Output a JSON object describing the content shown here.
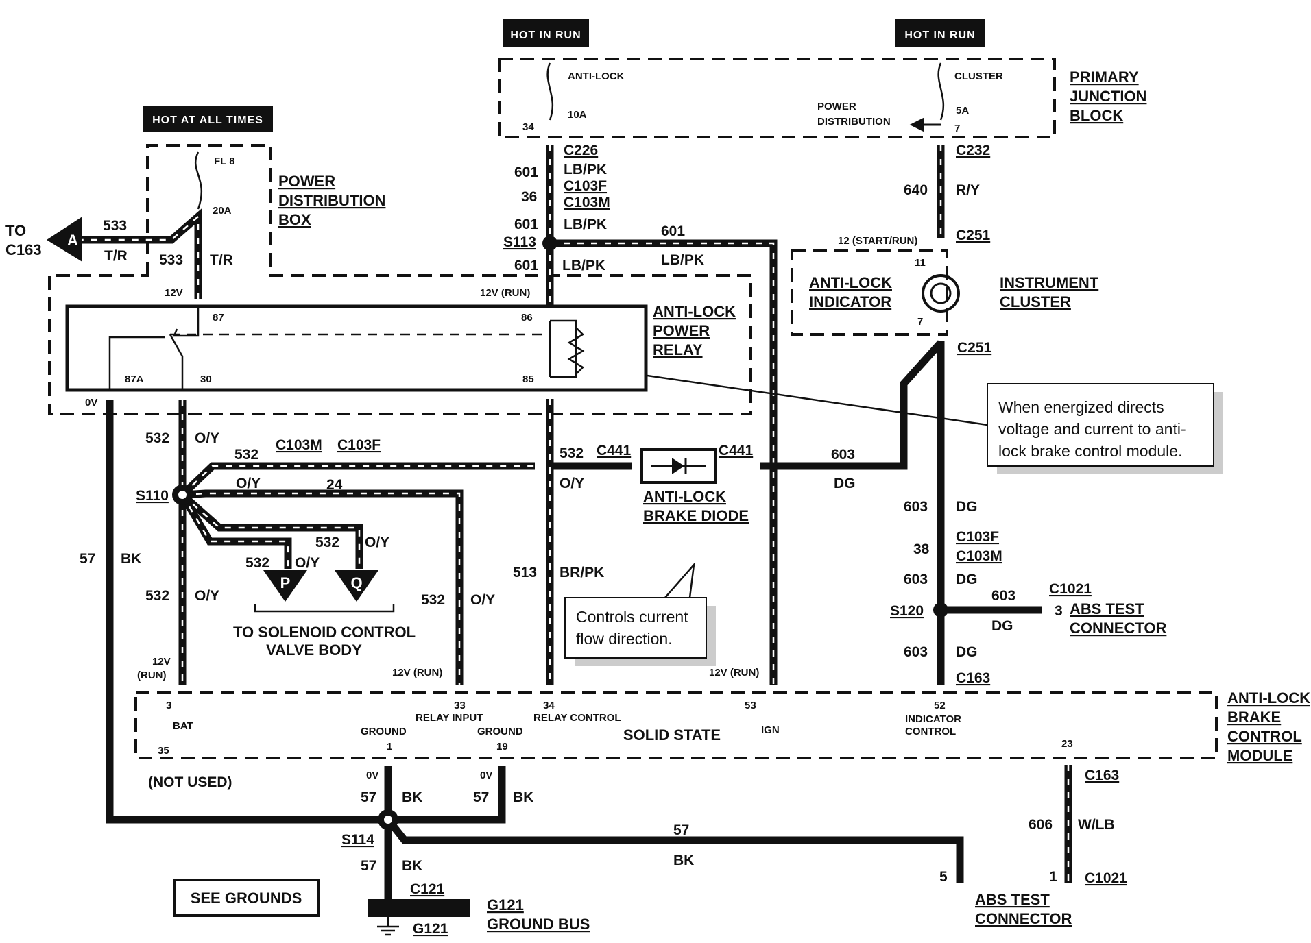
{
  "headers": {
    "hot_at_all_times": "HOT AT ALL TIMES",
    "hot_in_run_left": "HOT IN RUN",
    "hot_in_run_right": "HOT IN RUN"
  },
  "components": {
    "power_distribution_box": [
      "POWER",
      "DISTRIBUTION",
      "BOX"
    ],
    "primary_junction_block": [
      "PRIMARY",
      "JUNCTION",
      "BLOCK"
    ],
    "anti_lock_power_relay": [
      "ANTI-LOCK",
      "POWER",
      "RELAY"
    ],
    "instrument_cluster": [
      "INSTRUMENT",
      "CLUSTER"
    ],
    "anti_lock_indicator": [
      "ANTI-LOCK",
      "INDICATOR"
    ],
    "anti_lock_brake_diode": [
      "ANTI-LOCK",
      "BRAKE DIODE"
    ],
    "abs_module": [
      "ANTI-LOCK",
      "BRAKE",
      "CONTROL",
      "MODULE"
    ],
    "abs_test_connector_right": [
      "ABS TEST",
      "CONNECTOR"
    ],
    "abs_test_connector_bottom": [
      "ABS TEST",
      "CONNECTOR"
    ],
    "ground_bus": [
      "G121",
      "GROUND BUS"
    ],
    "solenoid": [
      "TO SOLENOID CONTROL",
      "VALVE BODY"
    ],
    "see_grounds": "SEE GROUNDS",
    "to_c163": [
      "TO",
      "C163"
    ],
    "solid_state": "SOLID STATE"
  },
  "fuses": {
    "fl8": "FL 8",
    "fl8_rating": "20A",
    "antilock": "ANTI-LOCK",
    "antilock_rating": "10A",
    "cluster": "CLUSTER",
    "cluster_rating": "5A",
    "power_distribution": [
      "POWER",
      "DISTRIBUTION"
    ]
  },
  "connectors": {
    "c226": "C226",
    "c103f_top": "C103F",
    "c103m_top": "C103M",
    "c232": "C232",
    "c251_top": "C251",
    "c251_bot": "C251",
    "c103m_mid": "C103M",
    "c103f_mid": "C103F",
    "c441_l": "C441",
    "c441_r": "C441",
    "c103f_right": "C103F",
    "c103m_right": "C103M",
    "c1021_top": "C1021",
    "c163_right": "C163",
    "c163_bot": "C163",
    "c1021_bot": "C1021",
    "c121": "C121",
    "g121": "G121"
  },
  "splices": {
    "s113": "S113",
    "s110": "S110",
    "s120": "S120",
    "s114": "S114"
  },
  "circuits": {
    "c533a": "533",
    "tr_a": "T/R",
    "c533b": "533",
    "tr_b": "T/R",
    "c601a": "601",
    "lbpk_a": "LB/PK",
    "c36": "36",
    "c601b": "601",
    "lbpk_b": "LB/PK",
    "c601c": "601",
    "lbpk_c": "LB/PK",
    "c601d": "601",
    "lbpk_d": "LB/PK",
    "c640": "640",
    "ry": "R/Y",
    "c532a": "532",
    "oy_a": "O/Y",
    "c532b": "532",
    "oy_b": "O/Y",
    "c24": "24",
    "c532c": "532",
    "oy_c": "O/Y",
    "c532d": "532",
    "oy_d": "O/Y",
    "c532e": "532",
    "oy_e": "O/Y",
    "c532f": "532",
    "oy_f": "O/Y",
    "c532g": "532",
    "oy_g": "O/Y",
    "c513": "513",
    "brpk": "BR/PK",
    "c603a": "603",
    "dg_a": "DG",
    "c603b": "603",
    "dg_b": "DG",
    "c38": "38",
    "c603c": "603",
    "dg_c": "DG",
    "c603d": "603",
    "dg_d": "DG",
    "c603e": "603",
    "dg_e": "DG",
    "c57a": "57",
    "bk_a": "BK",
    "c57b": "57",
    "bk_b": "BK",
    "c57c": "57",
    "bk_c": "BK",
    "c57d": "57",
    "bk_d": "BK",
    "c57e": "57",
    "bk_e": "BK",
    "c606": "606",
    "wlb": "W/LB"
  },
  "pins": {
    "p34": "34",
    "p7": "7",
    "p12": "12 (START/RUN)",
    "p11": "11",
    "p7b": "7",
    "v12": "12V",
    "v12run": "12V (RUN)",
    "p87": "87",
    "p86": "86",
    "p87a": "87A",
    "p30": "30",
    "p85": "85",
    "v0": "0V",
    "v12run_a": [
      "12V",
      "(RUN)"
    ],
    "v12run_b": "12V (RUN)",
    "v12run_c": "12V (RUN)",
    "m3": "3",
    "mbat": "BAT",
    "m35": "35",
    "not_used": "(NOT USED)",
    "m_ground1": [
      "GROUND",
      "1"
    ],
    "m33": [
      "33",
      "RELAY INPUT"
    ],
    "m_ground19": [
      "GROUND",
      "19"
    ],
    "m34": [
      "34",
      "RELAY CONTROL"
    ],
    "m53": "53",
    "mign": "IGN",
    "m52": [
      "52",
      "INDICATOR",
      "CONTROL"
    ],
    "m23": "23",
    "g0v_a": "0V",
    "g0v_b": "0V",
    "t3": "3",
    "t5": "5",
    "t1": "1"
  },
  "markers": {
    "a": "A",
    "p": "P",
    "q": "Q"
  },
  "notes": {
    "relay_note": [
      "When energized directs",
      "voltage and current to anti-",
      "lock brake control module."
    ],
    "diode_note": [
      "Controls current",
      "flow direction."
    ]
  }
}
